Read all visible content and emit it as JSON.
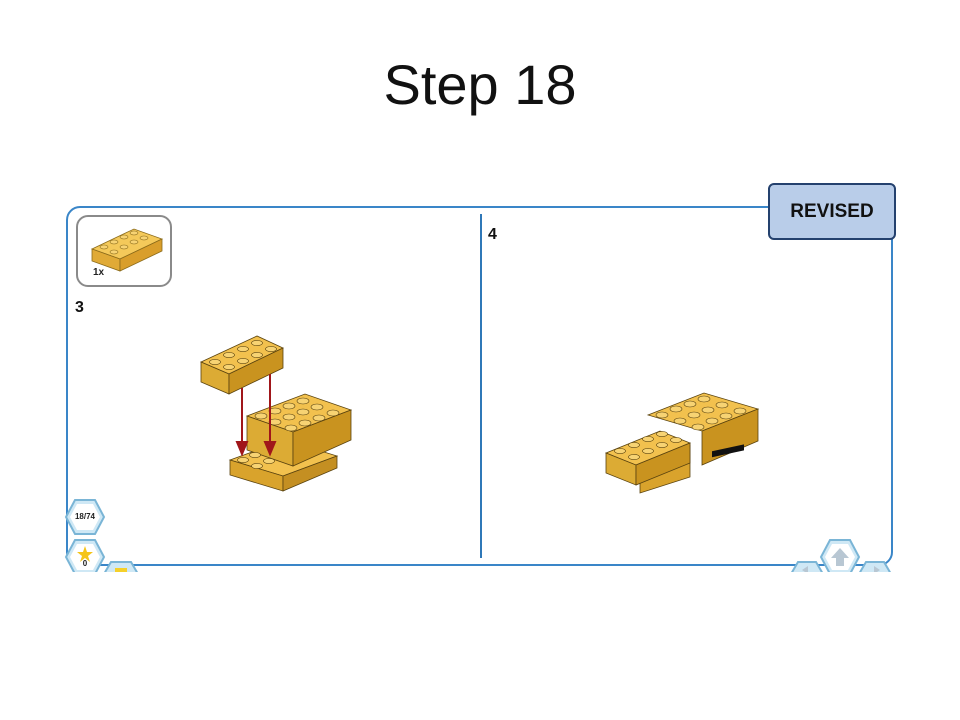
{
  "slide": {
    "title": "Step 18"
  },
  "badge": {
    "label": "REVISED"
  },
  "parts_list": {
    "quantity": "1x",
    "part_color": "#f2c14e"
  },
  "steps": [
    {
      "number": "3"
    },
    {
      "number": "4"
    }
  ],
  "navigation": {
    "page_counter": "18/74",
    "sub_counter": "0"
  },
  "colors": {
    "brick": "#f2c14e",
    "brick_dark": "#d9a32c",
    "frame": "#3a86c8",
    "arrow": "#a0161a",
    "badge_bg": "#b9cde9",
    "badge_border": "#24416e"
  },
  "icons": [
    "brick-icon",
    "up-arrow-icon",
    "left-arrow-icon",
    "right-arrow-icon",
    "sparkle-icon"
  ]
}
